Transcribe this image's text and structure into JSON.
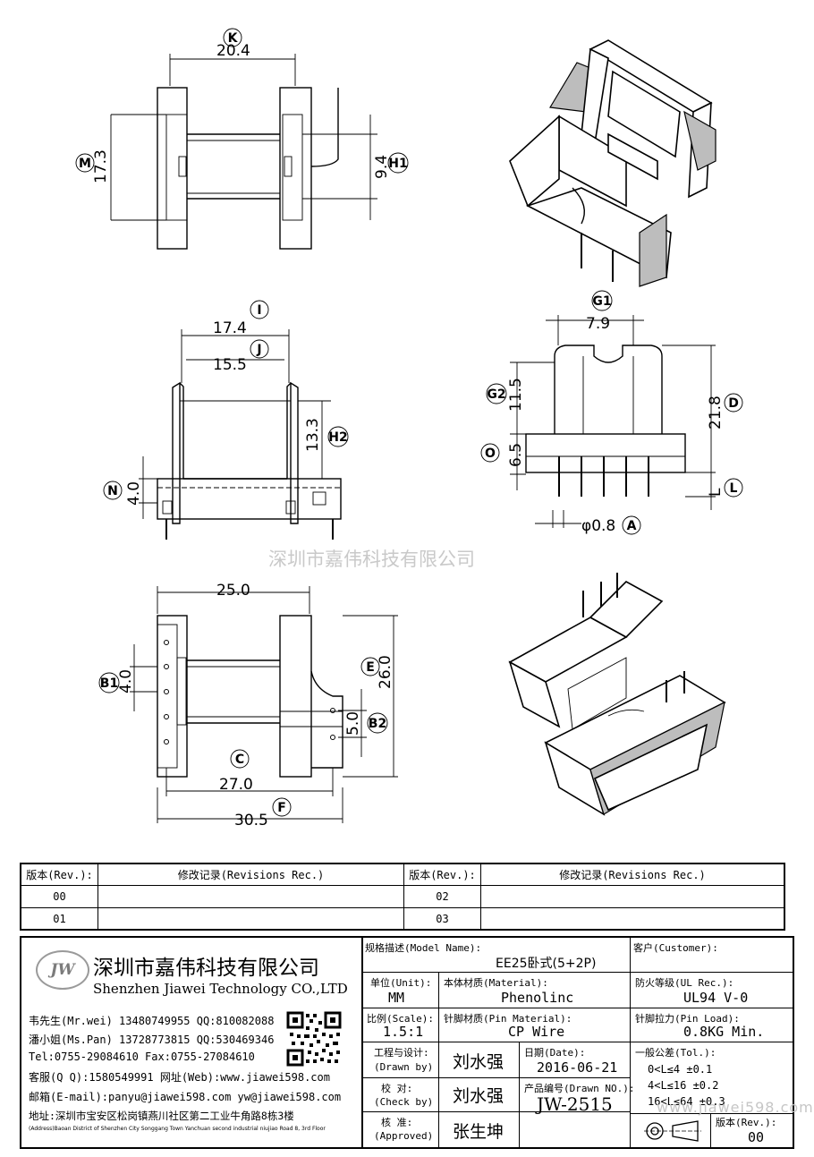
{
  "dimensions": {
    "K": "20.4",
    "M": "17.3",
    "H1": "9.4",
    "I": "17.4",
    "J": "15.5",
    "H2": "13.3",
    "N": "4.0",
    "G1": "7.9",
    "G2": "11.5",
    "D": "21.8",
    "O": "6.5",
    "L": "L",
    "A": "φ0.8",
    "top25": "25.0",
    "B1": "4.0",
    "E": "",
    "B2": "5.0",
    "v26": "26.0",
    "C": "27.0",
    "F": "30.5"
  },
  "labels": {
    "K": "K",
    "M": "M",
    "H1": "H1",
    "I": "I",
    "J": "J",
    "H2": "H2",
    "N": "N",
    "G1": "G1",
    "G2": "G2",
    "D": "D",
    "O": "O",
    "L": "L",
    "A": "A",
    "B1": "B1",
    "E": "E",
    "B2": "B2",
    "C": "C",
    "F": "F"
  },
  "watermark": "深圳市嘉伟科技有限公司",
  "revisions": {
    "col_rev": "版本(Rev.):",
    "col_rec": "修改记录(Revisions Rec.)",
    "rows_left": [
      "00",
      "01"
    ],
    "rows_right": [
      "02",
      "03"
    ]
  },
  "company": {
    "logo_text": "JW",
    "name_cn": "深圳市嘉伟科技有限公司",
    "name_en": "Shenzhen Jiawei Technology CO.,LTD",
    "contacts": [
      "韦先生(Mr.wei) 13480749955 QQ:810082088",
      "潘小姐(Ms.Pan) 13728773815 QQ:530469346",
      "Tel:0755-29084610     Fax:0755-27084610",
      "客服(Q Q):1580549991   网址(Web):www.jiawei598.com",
      "邮箱(E-mail):panyu@jiawei598.com  yw@jiawei598.com",
      "地址:深圳市宝安区松岗镇燕川社区第二工业牛角路8栋3楼"
    ],
    "address_en": "(Address)Baoan District of Shenzhen City Songgang Town Yanchuan  second industrial niujiao Road 8, 3rd Floor"
  },
  "title_block": {
    "model_label": "规格描述(Model Name):",
    "model_value": "EE25卧式(5+2P)",
    "customer_label": "客户(Customer):",
    "customer_value": "",
    "unit_label": "单位(Unit):",
    "unit_value": "MM",
    "material_label": "本体材质(Material):",
    "material_value": "Phenolinc",
    "ul_label": "防火等级(UL Rec.):",
    "ul_value": "UL94 V-0",
    "scale_label": "比例(Scale):",
    "scale_value": "1.5:1",
    "pin_mat_label": "针脚材质(Pin Material):",
    "pin_mat_value": "CP Wire",
    "pin_load_label": "针脚拉力(Pin Load):",
    "pin_load_value": "0.8KG Min.",
    "drawn_label": "工程与设计:",
    "drawn_label2": "(Drawn by)",
    "drawn_value": "刘水强",
    "date_label": "日期(Date):",
    "date_value": "2016-06-21",
    "tol_label": "一般公差(Tol.):",
    "tol_rows": [
      "0<L≤4     ±0.1",
      "4<L≤16    ±0.2",
      "16<L≤64   ±0.3"
    ],
    "check_label": "校  对:",
    "check_label2": "(Check by)",
    "check_value": "刘水强",
    "drawn_no_label": "产品编号(Drawn NO.):",
    "drawn_no_value": "JW-2515",
    "approve_label": "核  准:",
    "approve_label2": "(Approved)",
    "approve_value": "张生坤",
    "rev_label": "版本(Rev.):",
    "rev_value": "00",
    "watermark_url": "www.jiawei598.com"
  }
}
